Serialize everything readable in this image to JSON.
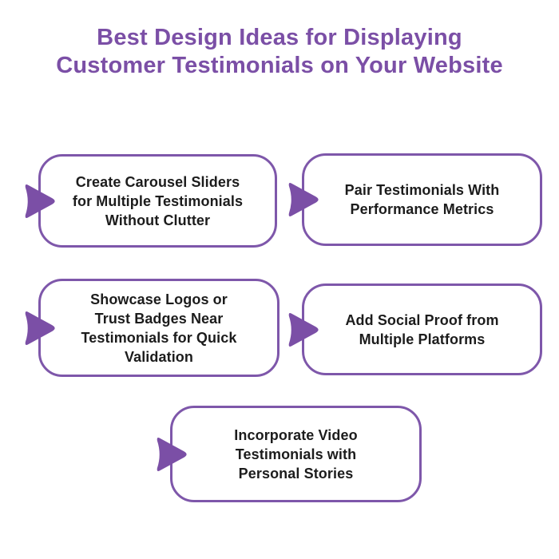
{
  "title": {
    "text": "Best Design Ideas for Displaying Customer Testimonials on Your Website",
    "lines": [
      "Best Design Ideas for Displaying",
      "Customer Testimonials on Your Website"
    ]
  },
  "card_icon": "arrow-right",
  "cards": [
    {
      "text": "Create Carousel Sliders for Multiple Testimonials Without Clutter",
      "lines": [
        "Create Carousel Sliders",
        "for Multiple Testimonials",
        "Without Clutter"
      ]
    },
    {
      "text": "Pair Testimonials With Performance Metrics",
      "lines": [
        "Pair Testimonials With",
        "Performance Metrics"
      ]
    },
    {
      "text": "Showcase Logos or Trust Badges Near Testimonials for Quick Validation",
      "lines": [
        "Showcase Logos or",
        "Trust Badges Near",
        "Testimonials for Quick",
        "Validation"
      ]
    },
    {
      "text": "Add Social Proof from Multiple Platforms",
      "lines": [
        "Add Social Proof from",
        "Multiple Platforms"
      ]
    },
    {
      "text": "Incorporate Video Testimonials with Personal Stories",
      "lines": [
        "Incorporate Video",
        "Testimonials with",
        "Personal Stories"
      ]
    }
  ],
  "colors": {
    "accent_purple": "#7b4fa6",
    "border_purple": "#7e57aa",
    "text_black": "#1c1c1c",
    "background": "#ffffff"
  }
}
